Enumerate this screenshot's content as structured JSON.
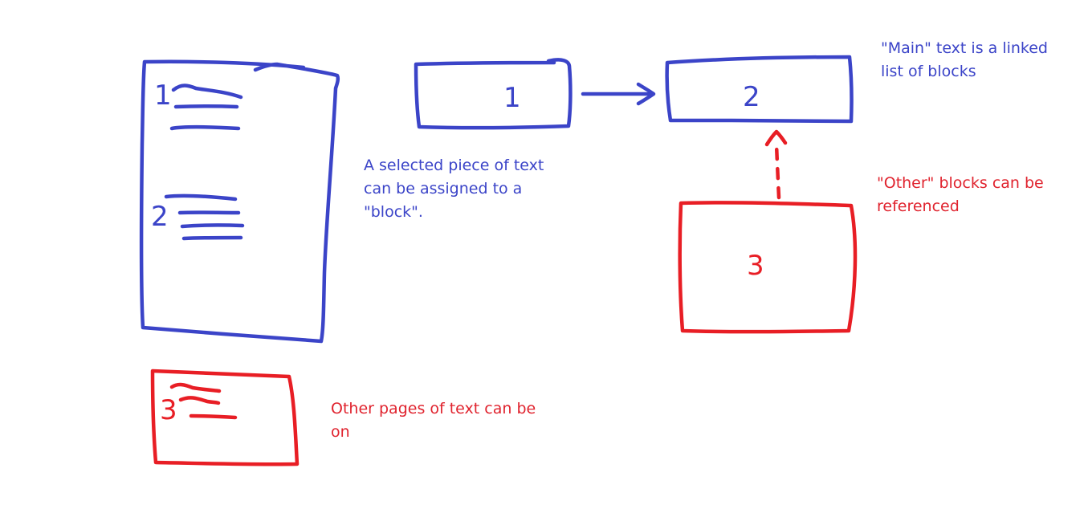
{
  "colors": {
    "main_ink": "#3B44C8",
    "other_ink": "#E81E25"
  },
  "annotations": {
    "assign_block": "A selected piece of text\ncan be assigned to a\n\"block\".",
    "main_linked_list": "\"Main\" text is a linked\nlist of blocks",
    "other_referenced": "\"Other\" blocks can be\nreferenced",
    "other_pages": "Other pages of text can be\non"
  },
  "blocks": {
    "block_1_label": "1",
    "block_2_label": "2",
    "block_3_label": "3"
  },
  "page_markers": {
    "main_marker_1": "1",
    "main_marker_2": "2",
    "other_marker_3": "3"
  }
}
